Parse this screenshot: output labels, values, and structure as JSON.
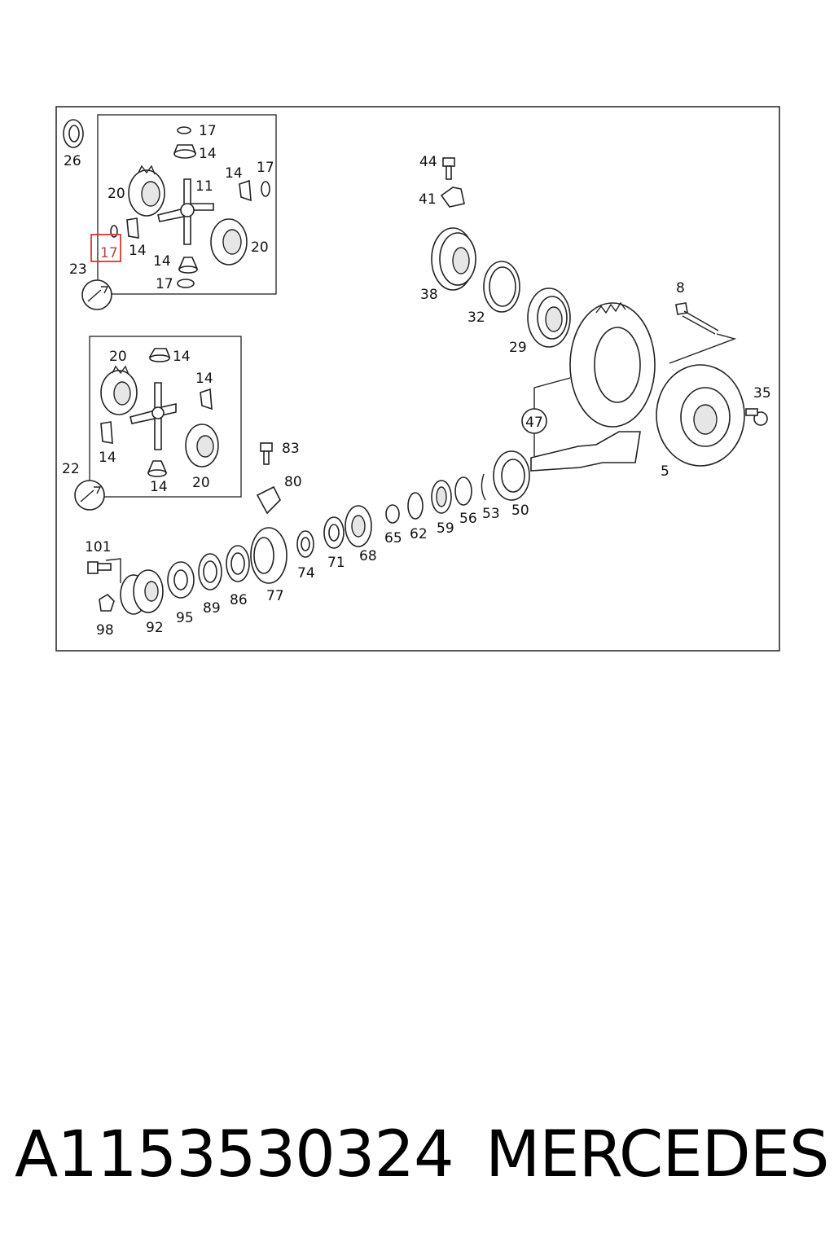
{
  "diagram": {
    "highlighted_label": "17",
    "callouts": [
      "26",
      "17",
      "14",
      "14",
      "17",
      "20",
      "11",
      "17",
      "14",
      "20",
      "14",
      "17",
      "23",
      "20",
      "14",
      "14",
      "14",
      "14",
      "20",
      "22",
      "44",
      "41",
      "38",
      "32",
      "29",
      "8",
      "35",
      "47",
      "5",
      "83",
      "80",
      "65",
      "62",
      "59",
      "56",
      "53",
      "50",
      "101",
      "74",
      "71",
      "68",
      "98",
      "92",
      "95",
      "89",
      "86",
      "77"
    ]
  },
  "caption": {
    "part_number": "A1153530324",
    "brand": "MERCEDES"
  }
}
